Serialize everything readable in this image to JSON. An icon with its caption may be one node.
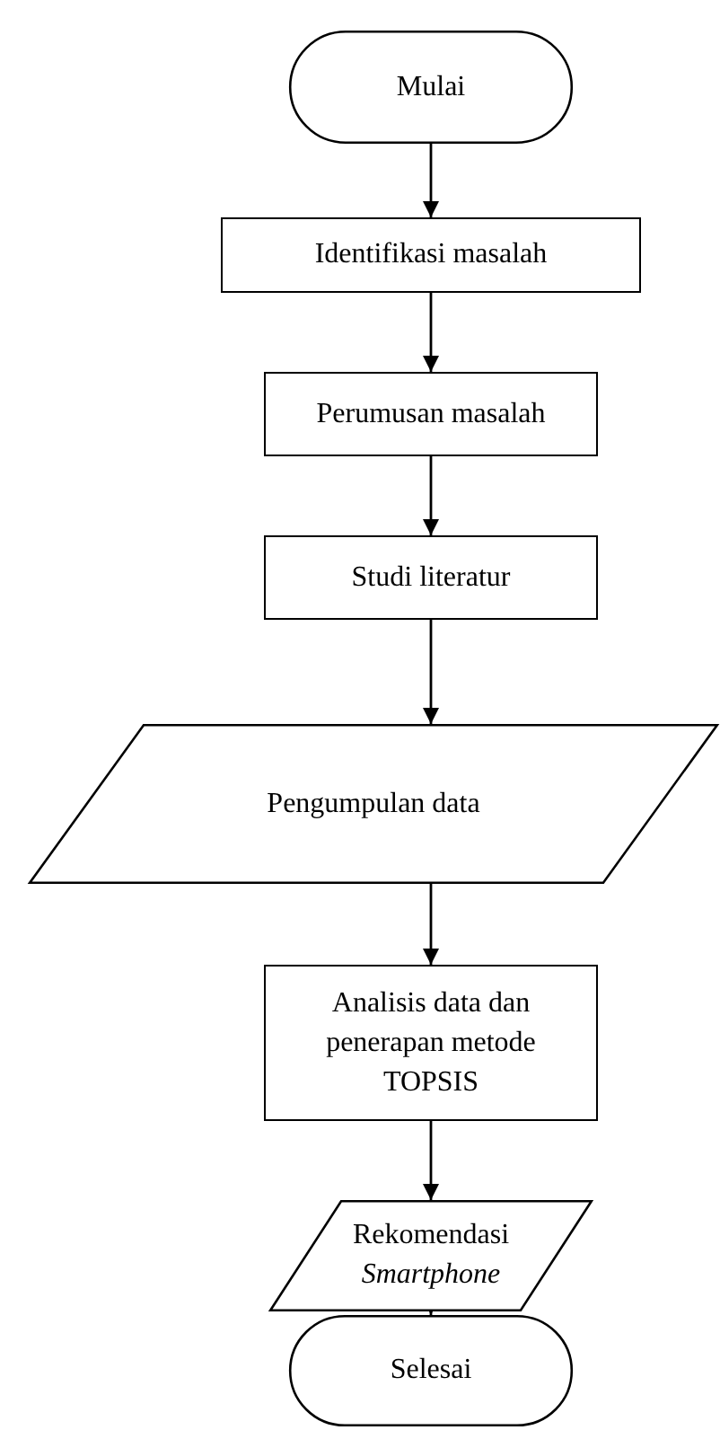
{
  "diagram": {
    "nodes": [
      {
        "text": [
          "Mulai"
        ]
      },
      {
        "text": [
          "Identifikasi masalah"
        ]
      },
      {
        "text": [
          "Perumusan masalah"
        ]
      },
      {
        "text": [
          "Studi literatur"
        ]
      },
      {
        "text": [
          "Pengumpulan data"
        ]
      },
      {
        "text": [
          "Analisis data dan penerapan metode TOPSIS"
        ]
      },
      {
        "text": [
          "Rekomendasi *Smartphone*"
        ]
      },
      {
        "text": [
          "Selesai"
        ]
      }
    ],
    "edges": [
      {
        "from": 0,
        "to": 1,
        "arrow": "to"
      },
      {
        "from": 1,
        "to": 2,
        "arrow": "to"
      },
      {
        "from": 2,
        "to": 3,
        "arrow": "to"
      },
      {
        "from": 3,
        "to": 4,
        "arrow": "to"
      },
      {
        "from": 4,
        "to": 5,
        "arrow": "to"
      },
      {
        "from": 5,
        "to": 6,
        "arrow": "to"
      },
      {
        "from": 6,
        "to": 7,
        "arrow": "to"
      }
    ]
  }
}
